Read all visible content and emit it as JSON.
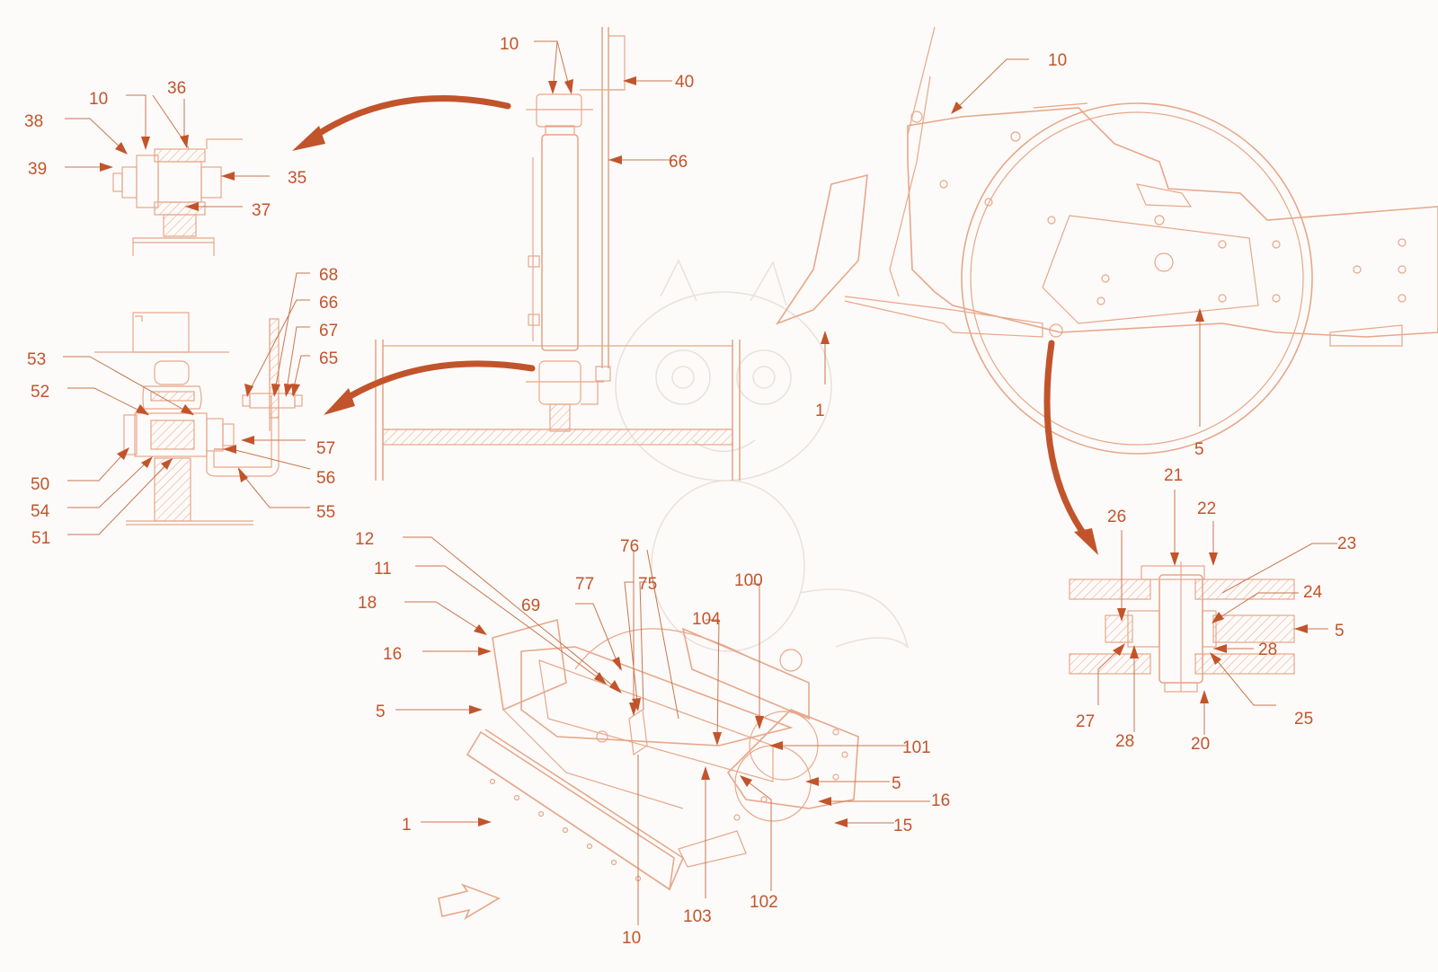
{
  "colors": {
    "accent": "#c2542c",
    "line": "#e7a78a",
    "background": "#fdfbf9"
  },
  "labels": [
    {
      "text": "10"
    },
    {
      "text": "40"
    },
    {
      "text": "66"
    },
    {
      "text": "10"
    },
    {
      "text": "36"
    },
    {
      "text": "38"
    },
    {
      "text": "39"
    },
    {
      "text": "35"
    },
    {
      "text": "37"
    },
    {
      "text": "68"
    },
    {
      "text": "66"
    },
    {
      "text": "67"
    },
    {
      "text": "65"
    },
    {
      "text": "53"
    },
    {
      "text": "52"
    },
    {
      "text": "57"
    },
    {
      "text": "56"
    },
    {
      "text": "50"
    },
    {
      "text": "54"
    },
    {
      "text": "55"
    },
    {
      "text": "51"
    },
    {
      "text": "10"
    },
    {
      "text": "1"
    },
    {
      "text": "5"
    },
    {
      "text": "21"
    },
    {
      "text": "22"
    },
    {
      "text": "26"
    },
    {
      "text": "23"
    },
    {
      "text": "24"
    },
    {
      "text": "5"
    },
    {
      "text": "28"
    },
    {
      "text": "27"
    },
    {
      "text": "28"
    },
    {
      "text": "20"
    },
    {
      "text": "25"
    },
    {
      "text": "12"
    },
    {
      "text": "11"
    },
    {
      "text": "76"
    },
    {
      "text": "77"
    },
    {
      "text": "75"
    },
    {
      "text": "100"
    },
    {
      "text": "18"
    },
    {
      "text": "69"
    },
    {
      "text": "104"
    },
    {
      "text": "16"
    },
    {
      "text": "5"
    },
    {
      "text": "101"
    },
    {
      "text": "5"
    },
    {
      "text": "16"
    },
    {
      "text": "15"
    },
    {
      "text": "1"
    },
    {
      "text": "103"
    },
    {
      "text": "102"
    },
    {
      "text": "10"
    }
  ]
}
